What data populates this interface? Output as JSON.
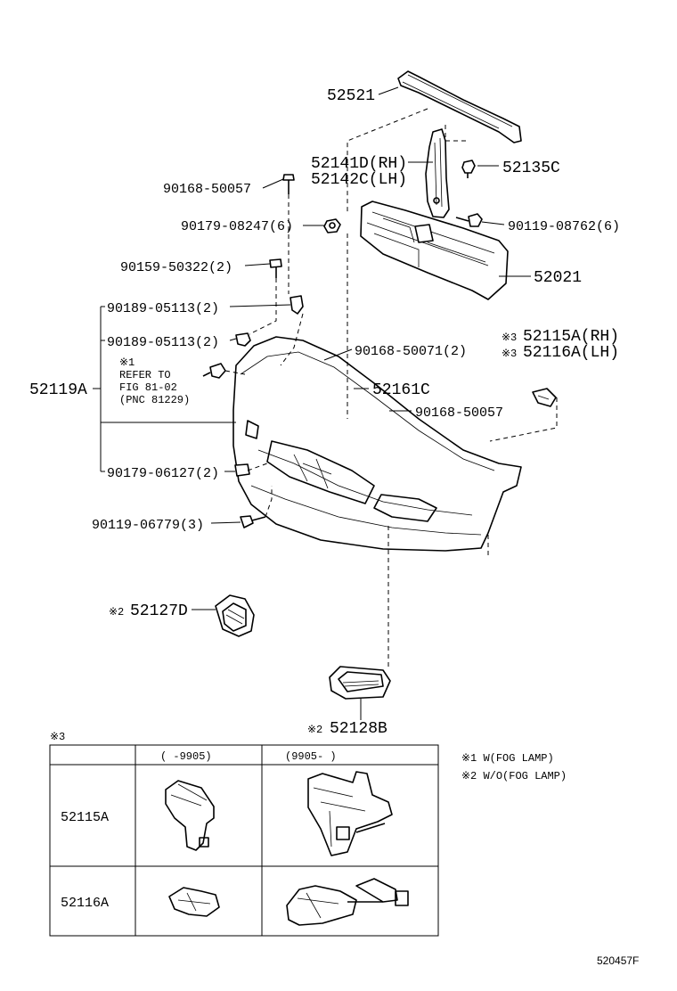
{
  "labels": {
    "p52521": "52521",
    "p52141d": "52141D(RH)",
    "p52142c": "52142C(LH)",
    "p52135c": "52135C",
    "p90168_50057a": "90168-50057",
    "p90179_08247": "90179-08247(6)",
    "p90119_08762": "90119-08762(6)",
    "p90159_50322": "90159-50322(2)",
    "p52021": "52021",
    "p90189_05113a": "90189-05113(2)",
    "p90189_05113b": "90189-05113(2)",
    "p90168_50071": "90168-50071(2)",
    "p52115a": "52115A(RH)",
    "p52116a": "52116A(LH)",
    "p52119a": "52119A",
    "p52161c": "52161C",
    "p90168_50057b": "90168-50057",
    "p90179_06127": "90179-06127(2)",
    "p90119_06779": "90119-06779(3)",
    "p52127d": "52127D",
    "p52128b": "52128B",
    "ref_mark": "※1",
    "ref_line1": "REFER TO",
    "ref_line2": "FIG 81-02",
    "ref_line3": "(PNC 81229)",
    "mark3a": "※3",
    "mark3b": "※3",
    "mark2a": "※2",
    "mark2b": "※2"
  },
  "notes": {
    "note1": "※1 W(FOG LAMP)",
    "note2": "※2 W/O(FOG LAMP)"
  },
  "table": {
    "mark": "※3",
    "col1": "(   -9905)",
    "col2": "(9905-   )",
    "row1": "52115A",
    "row2": "52116A"
  },
  "footer": {
    "code": "520457F"
  }
}
